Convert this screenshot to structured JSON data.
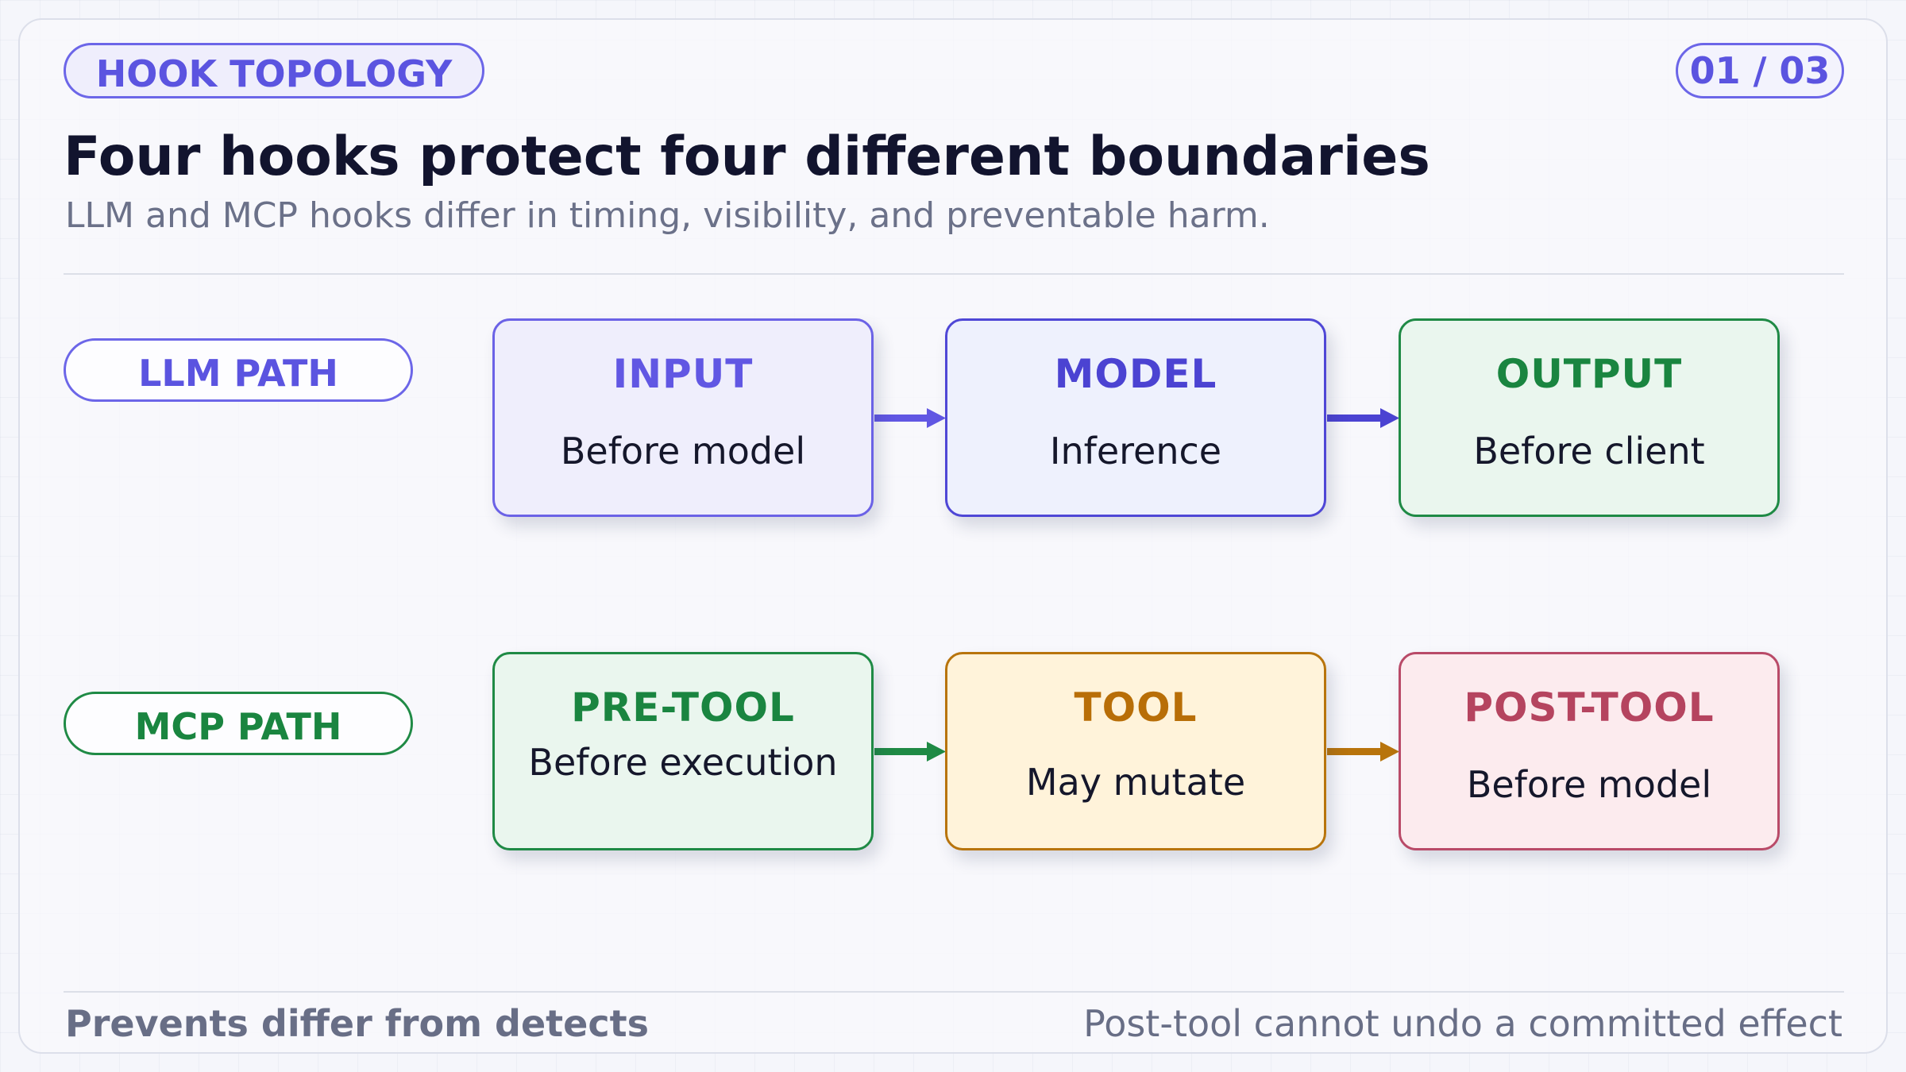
{
  "header": {
    "tag": "HOOK TOPOLOGY",
    "pager": "01 / 03",
    "title": "Four hooks protect four different boundaries",
    "subtitle": "LLM and MCP hooks differ in timing, visibility, and preventable harm."
  },
  "lanes": {
    "llm": "LLM PATH",
    "mcp": "MCP PATH"
  },
  "llm_nodes": [
    {
      "title": "INPUT",
      "sub": "Before model"
    },
    {
      "title": "MODEL",
      "sub": "Inference"
    },
    {
      "title": "OUTPUT",
      "sub": "Before client"
    }
  ],
  "mcp_nodes": [
    {
      "title": "PRE-TOOL",
      "sub": "Before execution"
    },
    {
      "title": "TOOL",
      "sub": "May mutate"
    },
    {
      "title": "POST-TOOL",
      "sub": "Before model"
    }
  ],
  "colors": {
    "arrow_llm_1": "#6157e3",
    "arrow_llm_2": "#4b43d2",
    "arrow_mcp_1": "#1f8a45",
    "arrow_mcp_2": "#b8740c"
  },
  "footer": {
    "left": "Prevents differ from detects",
    "right": "Post-tool cannot undo a committed effect"
  }
}
